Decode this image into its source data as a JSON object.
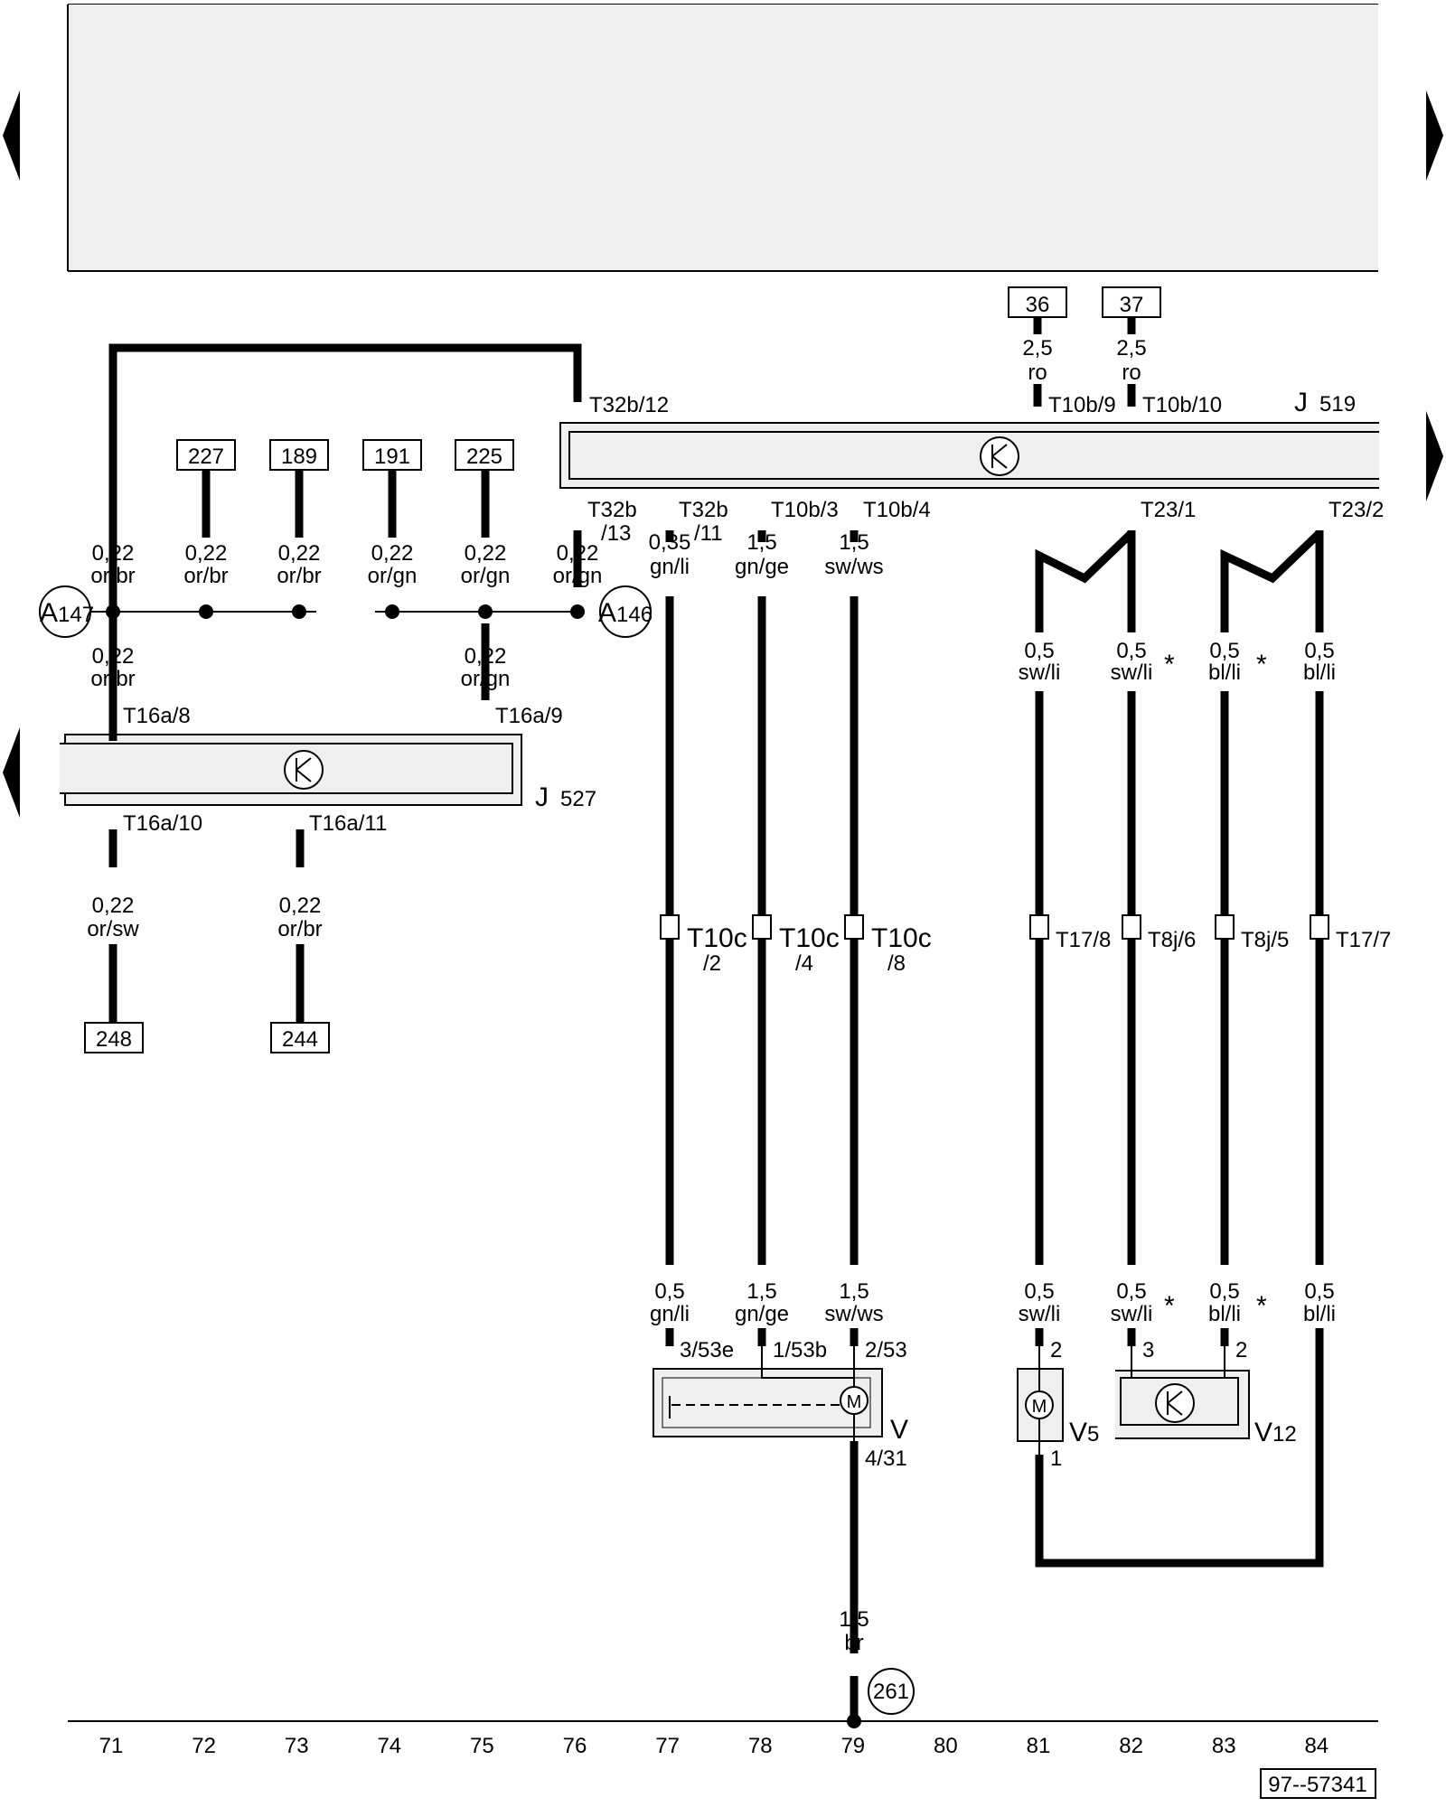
{
  "nav": {
    "prev_arrow": "◀",
    "next_arrow": "▶"
  },
  "refs": {
    "r36": "36",
    "r37": "37",
    "r227": "227",
    "r189": "189",
    "r191": "191",
    "r225": "225",
    "r248": "248",
    "r244": "244"
  },
  "components": {
    "j519": {
      "letter": "J",
      "num": "519"
    },
    "j527": {
      "letter": "J",
      "num": "527"
    },
    "v": {
      "letter": "V"
    },
    "v5": {
      "letter": "V",
      "num": "5"
    },
    "v12": {
      "letter": "V",
      "num": "12"
    },
    "a147": {
      "letter": "A",
      "num": "147"
    },
    "a146": {
      "letter": "A",
      "num": "146"
    },
    "ground": "261",
    "motor": "M"
  },
  "pins": {
    "t32b_12": "T32b/12",
    "t10b_9": "T10b/9",
    "t10b_10": "T10b/10",
    "t32b_13a": "T32b",
    "t32b_13b": "/13",
    "t32b_11a": "T32b",
    "t32b_11b": "/11",
    "t10b_3": "T10b/3",
    "t10b_4": "T10b/4",
    "t23_1": "T23/1",
    "t23_2": "T23/2",
    "t16a_8": "T16a/8",
    "t16a_9": "T16a/9",
    "t16a_10": "T16a/10",
    "t16a_11": "T16a/11",
    "t10c": "T10c",
    "t10c_2": "/2",
    "t10c_4": "/4",
    "t10c_8": "/8",
    "t17_8": "T17/8",
    "t8j_6": "T8j/6",
    "t8j_5": "T8j/5",
    "t17_7": "T17/7",
    "p3_53e": "3/53e",
    "p1_53b": "1/53b",
    "p2_53": "2/53",
    "p4_31": "4/31",
    "v5_2": "2",
    "v5_1": "1",
    "v12_3": "3",
    "v12_2": "2"
  },
  "wires": {
    "w025": "2,5",
    "ro": "ro",
    "w022": "0,22",
    "w035": "0,35",
    "w15": "1,5",
    "w05": "0,5",
    "or_br": "or/br",
    "or_gn": "or/gn",
    "or_sw": "or/sw",
    "gn_li": "gn/li",
    "gn_ge": "gn/ge",
    "sw_ws": "sw/ws",
    "sw_li": "sw/li",
    "bl_li": "bl/li",
    "br": "br",
    "star": "*"
  },
  "tracks": [
    "71",
    "72",
    "73",
    "74",
    "75",
    "76",
    "77",
    "78",
    "79",
    "80",
    "81",
    "82",
    "83",
    "84"
  ],
  "footer": {
    "code": "97--57341"
  }
}
